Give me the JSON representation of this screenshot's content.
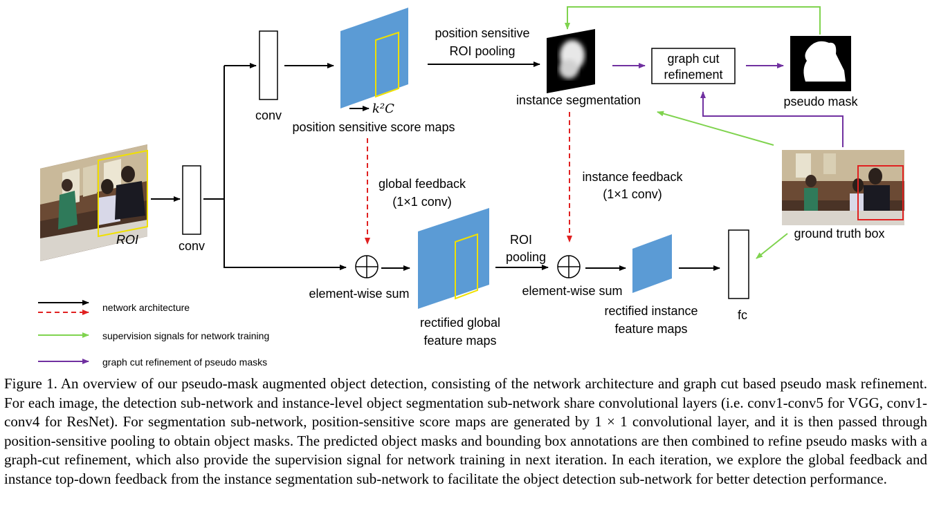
{
  "diagram": {
    "labels": {
      "roi": "ROI",
      "conv_bottom": "conv",
      "conv_top": "conv",
      "k2c": "k²C",
      "score_maps": "position sensitive score maps",
      "ps_roi_pooling_1": "position sensitive",
      "ps_roi_pooling_2": "ROI pooling",
      "instance_segmentation": "instance segmentation",
      "graph_cut_1": "graph cut",
      "graph_cut_2": "refinement",
      "pseudo_mask": "pseudo mask",
      "global_feedback_1": "global feedback",
      "global_feedback_2": "(1×1 conv)",
      "instance_feedback_1": "instance feedback",
      "instance_feedback_2": "(1×1 conv)",
      "ground_truth_box": "ground truth box",
      "element_sum_1": "element-wise sum",
      "element_sum_2": "element-wise sum",
      "roi_pooling_1": "ROI",
      "roi_pooling_2": "pooling",
      "rectified_global_1": "rectified global",
      "rectified_global_2": "feature maps",
      "rectified_instance_1": "rectified instance",
      "rectified_instance_2": "feature maps",
      "fc": "fc"
    },
    "legend": [
      {
        "label": "network architecture",
        "color": "#000000",
        "style": "solid"
      },
      {
        "label": "",
        "color": "#e02020",
        "style": "dashed"
      },
      {
        "label": "supervision signals for network training",
        "color": "#7fd34e",
        "style": "solid"
      },
      {
        "label": "graph cut refinement of pseudo masks",
        "color": "#7030a0",
        "style": "solid"
      }
    ],
    "colors": {
      "feature_map": "#5b9bd5",
      "roi_box": "#f0e000",
      "gt_box": "#e02020",
      "supervision": "#7fd34e",
      "graph_cut": "#7030a0",
      "feedback": "#e02020"
    }
  },
  "caption": "Figure 1. An overview of our pseudo-mask augmented object detection, consisting of the network architecture and graph cut based pseudo mask refinement. For each image, the detection sub-network and instance-level object segmentation sub-network share convolutional layers (i.e. conv1-conv5 for VGG, conv1-conv4 for ResNet). For segmentation sub-network, position-sensitive score maps are generated by 1 × 1 convolutional layer, and it is then passed through position-sensitive pooling to obtain object masks. The predicted object masks and bounding box annotations are then combined to refine pseudo masks with a graph-cut refinement, which also provide the supervision signal for network training in next iteration. In each iteration, we explore the global feedback and instance top-down feedback from the instance segmentation sub-network to facilitate the object detection sub-network for better detection performance."
}
